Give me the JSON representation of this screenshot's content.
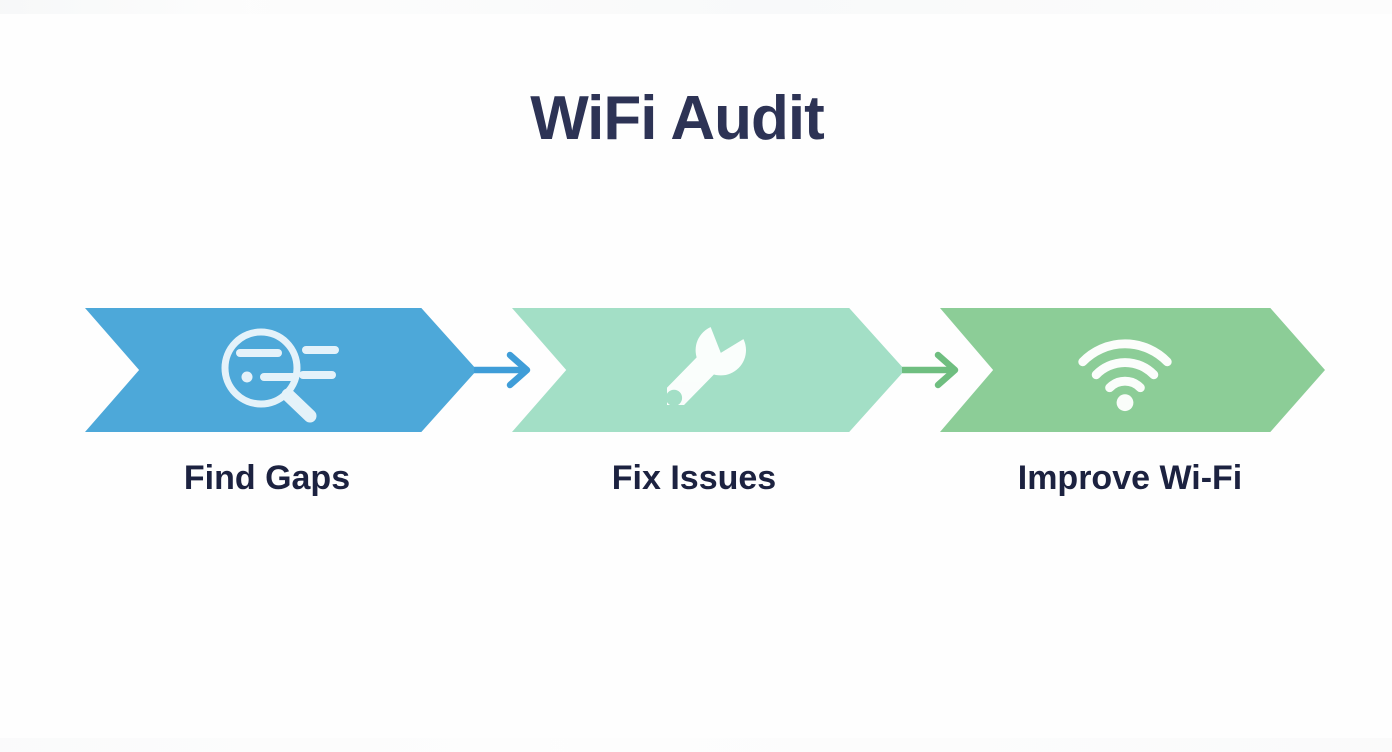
{
  "title": "WiFi Audit",
  "steps": [
    {
      "label": "Find Gaps",
      "icon": "magnifier-scan-icon",
      "fill": "#4da8d9"
    },
    {
      "label": "Fix Issues",
      "icon": "wrench-icon",
      "fill": "#a3dfc6"
    },
    {
      "label": "Improve Wi-Fi",
      "icon": "wifi-icon",
      "fill": "#8ccd97"
    }
  ],
  "connectors": [
    {
      "direction": "right",
      "color": "#3f9dd8"
    },
    {
      "direction": "right",
      "color": "#6fbe80"
    }
  ],
  "colors": {
    "title_text": "#2d3355",
    "label_text": "#1c2240",
    "icon": "#ffffff",
    "background": "#fefefe"
  }
}
